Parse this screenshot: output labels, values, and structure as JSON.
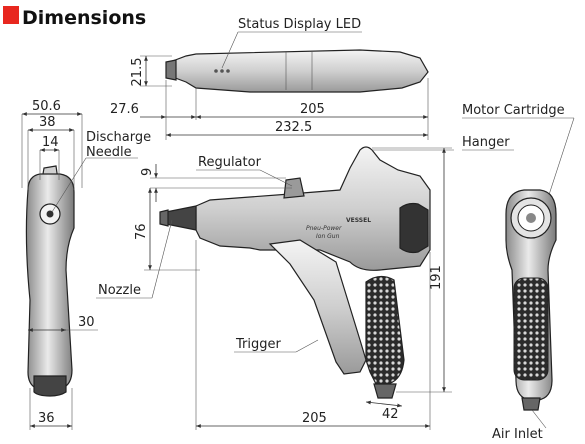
{
  "title": "Dimensions",
  "accent_color": "#e8271f",
  "labels": {
    "status_led": "Status Display LED",
    "motor_cartridge": "Motor Cartridge",
    "hanger": "Hanger",
    "regulator": "Regulator",
    "discharge_1": "Discharge",
    "discharge_2": "Needle",
    "nozzle": "Nozzle",
    "trigger": "Trigger",
    "air_inlet": "Air Inlet"
  },
  "product_marks": {
    "brand": "VESSEL",
    "name_1": "Pneu-Power",
    "name_2": "Ion Gun"
  },
  "dimensions": {
    "d_21_5": "21.5",
    "d_27_6": "27.6",
    "d_205_top": "205",
    "d_232_5": "232.5",
    "d_50_6": "50.6",
    "d_38": "38",
    "d_14": "14",
    "d_9": "9",
    "d_76": "76",
    "d_30": "30",
    "d_36": "36",
    "d_191": "191",
    "d_42": "42",
    "d_205_bottom": "205"
  }
}
